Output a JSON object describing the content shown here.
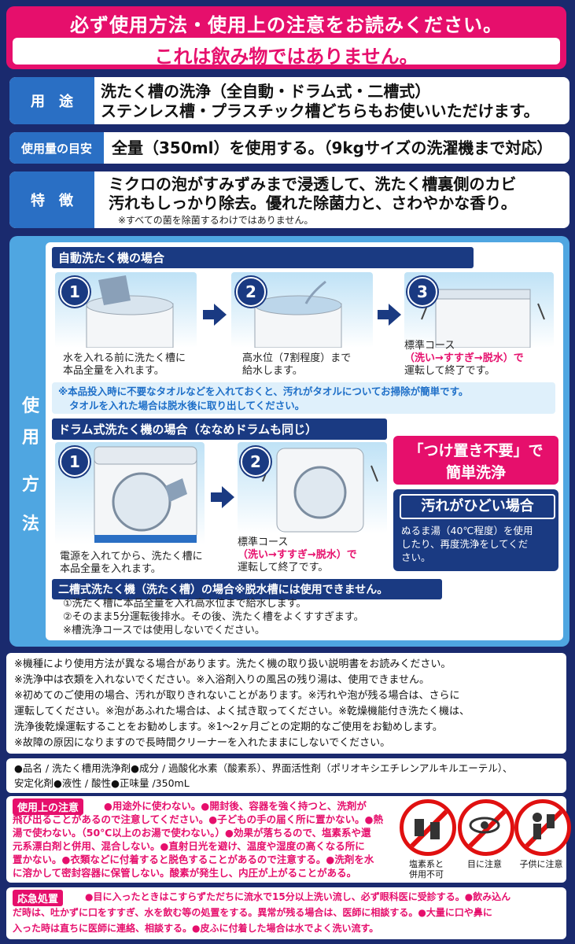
{
  "header": {
    "line1": "必ず使用方法・使用上の注意をお読みください。",
    "line2": "これは飲み物ではありません。"
  },
  "specs": {
    "usage_label": "用　途",
    "usage_line1": "洗たく槽の洗浄（全自動・ドラム式・二槽式）",
    "usage_line2": "ステンレス槽・プラスチック槽どちらもお使いいただけます。",
    "amount_label": "使用量の目安",
    "amount_value": "全量（350ml）を使用する。（9kgサイズの洗濯機まで対応）",
    "feature_label": "特　徴",
    "feature_line1": "ミクロの泡がすみずみまで浸透して、洗たく槽裏側のカビ",
    "feature_line2": "汚れもしっかり除去。優れた除菌力と、さわやかな香り。",
    "feature_note": "※すべての菌を除菌するわけではありません。"
  },
  "method": {
    "side_label": [
      "使",
      "用",
      "方",
      "法"
    ],
    "auto": {
      "title": "自動洗たく機の場合",
      "steps": [
        {
          "num": "1",
          "caption1": "水を入れる前に洗たく槽に",
          "caption2": "本品全量を入れます。"
        },
        {
          "num": "2",
          "caption1": "高水位（7割程度）まで",
          "caption2": "給水します。"
        },
        {
          "num": "3",
          "caption1": "標準コース",
          "caption2": "（洗い→すすぎ→脱水）で",
          "caption3": "運転して終了です。"
        }
      ],
      "tip1": "※本品投入時に不要なタオルなどを入れておくと、汚れがタオルについてお掃除が簡単です。",
      "tip2": "タオルを入れた場合は脱水後に取り出してください。"
    },
    "drum": {
      "title": "ドラム式洗たく機の場合（ななめドラムも同じ）",
      "steps": [
        {
          "num": "1",
          "caption1": "電源を入れてから、洗たく槽に",
          "caption2": "本品全量を入れます。"
        },
        {
          "num": "2",
          "caption1": "標準コース",
          "caption2": "（洗い→すすぎ→脱水）で",
          "caption3": "運転して終了です。"
        }
      ],
      "promo_line1": "「つけ置き不要」で",
      "promo_line2": "簡単洗浄",
      "dirty_title": "汚れがひどい場合",
      "dirty_text1": "ぬるま湯（40℃程度）を使用",
      "dirty_text2": "したり、再度洗浄をしてくだ",
      "dirty_text3": "さい。"
    },
    "twin": {
      "title": "二槽式洗たく機（洗たく槽）の場合※脱水槽には使用できません。",
      "line1": "①洗たく槽に本品全量を入れ高水位まで給水します。",
      "line2": "②そのまま5分運転後排水。その後、洗たく槽をよくすすぎます。",
      "line3": "※槽洗浄コースでは使用しないでください。"
    }
  },
  "notes": {
    "line1": "※機種により使用方法が異なる場合があります。洗たく機の取り扱い説明書をお読みください。",
    "line2": "※洗浄中は衣類を入れないでください。※入浴剤入りの風呂の残り湯は、使用できません。",
    "line3": "※初めてのご使用の場合、汚れが取りきれないことがあります。※汚れや泡が残る場合は、さらに",
    "line4": "運転してください。※泡があふれた場合は、よく拭き取ってください。※乾燥機能付き洗たく機は、",
    "line5": "洗浄後乾燥運転することをお勧めします。※1〜2ヶ月ごとの定期的なご使用をお勧めします。",
    "line6": "※故障の原因になりますので長時間クリーナーを入れたままにしないでください。"
  },
  "product_info": {
    "line1": "●品名 / 洗たく槽用洗浄剤●成分 / 過酸化水素（酸素系）、界面活性剤（ポリオキシエチレンアルキルエーテル）、",
    "line2": "安定化剤●液性 / 酸性●正味量 /350mL"
  },
  "caution": {
    "label": "使用上の注意",
    "line1": "●用途外に使わない。●開封後、容器を強く持つと、洗剤が",
    "line2": "飛び出ることがあるので注意してください。●子どもの手の届く所に置かない。●熱",
    "line3": "湯で使わない。（50℃以上のお湯で使わない。）●効果が落ちるので、塩素系や還",
    "line4": "元系漂白剤と併用、混合しない。●直射日光を避け、温度や湿度の高くなる所に",
    "line5": "置かない。●衣類などに付着すると脱色することがあるので注意する。●洗剤を水",
    "line6": "に溶かして密封容器に保管しない。酸素が発生し、内圧が上がることがある。",
    "icons": [
      {
        "name": "no-mix-icon",
        "caption1": "塩素系と",
        "caption2": "併用不可"
      },
      {
        "name": "eye-warning-icon",
        "caption1": "目に注意",
        "caption2": ""
      },
      {
        "name": "child-warning-icon",
        "caption1": "子供に注意",
        "caption2": ""
      }
    ]
  },
  "first_aid": {
    "label": "応急処置",
    "line1": "●目に入ったときはこすらずただちに流水で15分以上洗い流し、必ず眼科医に受診する。●飲み込ん",
    "line2": "だ時は、吐かずに口をすすぎ、水を飲む等の処置をする。異常が残る場合は、医師に相談する。●大量に口や鼻に",
    "line3": "入った時は直ちに医師に連絡、相談する。●皮ふに付着した場合は水でよく洗い流す。"
  }
}
